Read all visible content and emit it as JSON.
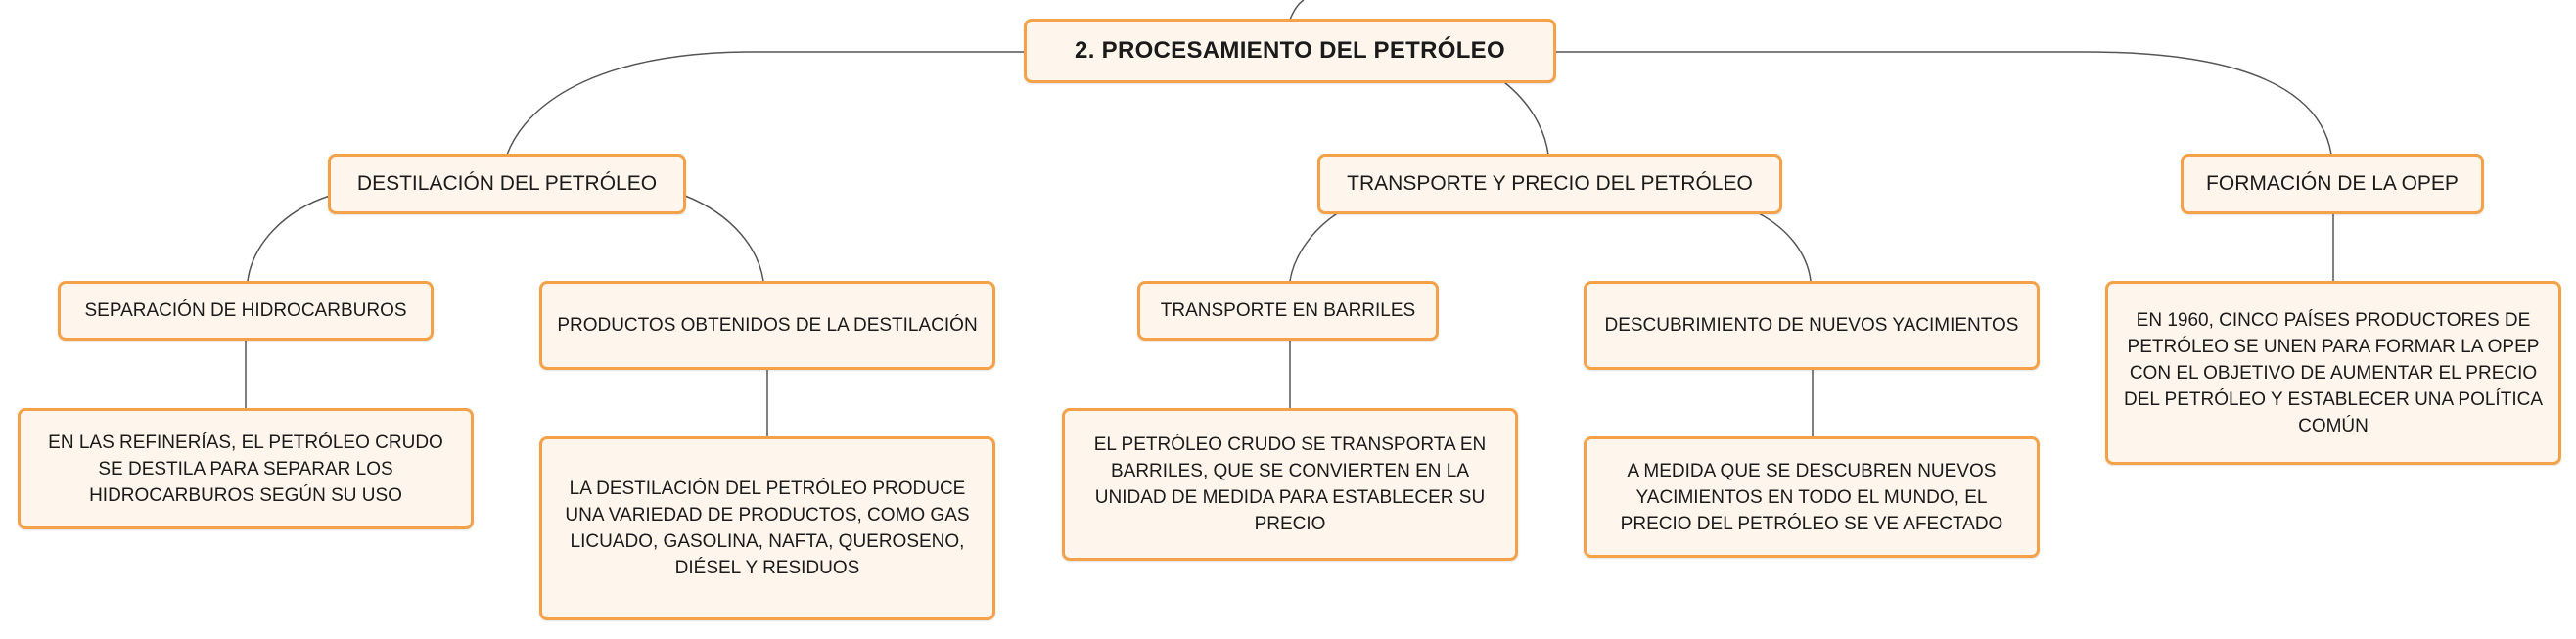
{
  "colors": {
    "node_fill": "#fef5ec",
    "node_border": "#f3a24a",
    "line": "#555555",
    "text": "#1a1a1a"
  },
  "root": {
    "label": "2. PROCESAMIENTO DEL PETRÓLEO"
  },
  "branches": [
    {
      "label": "DESTILACIÓN DEL PETRÓLEO",
      "children": [
        {
          "label": "SEPARACIÓN DE HIDROCARBUROS",
          "detail": "EN LAS REFINERÍAS, EL PETRÓLEO CRUDO SE DESTILA PARA SEPARAR LOS HIDROCARBUROS SEGÚN SU USO"
        },
        {
          "label": "PRODUCTOS OBTENIDOS DE LA DESTILACIÓN",
          "detail": "LA DESTILACIÓN DEL PETRÓLEO PRODUCE UNA VARIEDAD DE PRODUCTOS, COMO GAS LICUADO, GASOLINA, NAFTA, QUEROSENO, DIÉSEL Y RESIDUOS"
        }
      ]
    },
    {
      "label": "TRANSPORTE Y PRECIO DEL PETRÓLEO",
      "children": [
        {
          "label": "TRANSPORTE EN BARRILES",
          "detail": "EL PETRÓLEO CRUDO SE TRANSPORTA EN BARRILES, QUE SE CONVIERTEN EN LA UNIDAD DE MEDIDA PARA ESTABLECER SU PRECIO"
        },
        {
          "label": "DESCUBRIMIENTO DE NUEVOS YACIMIENTOS",
          "detail": "A MEDIDA QUE SE DESCUBREN NUEVOS YACIMIENTOS EN TODO EL MUNDO, EL PRECIO DEL PETRÓLEO SE VE AFECTADO"
        }
      ]
    },
    {
      "label": "FORMACIÓN DE LA OPEP",
      "detail": "EN 1960, CINCO PAÍSES PRODUCTORES DE PETRÓLEO SE UNEN PARA FORMAR LA OPEP CON EL OBJETIVO DE AUMENTAR EL PRECIO DEL PETRÓLEO Y ESTABLECER UNA POLÍTICA COMÚN"
    }
  ]
}
